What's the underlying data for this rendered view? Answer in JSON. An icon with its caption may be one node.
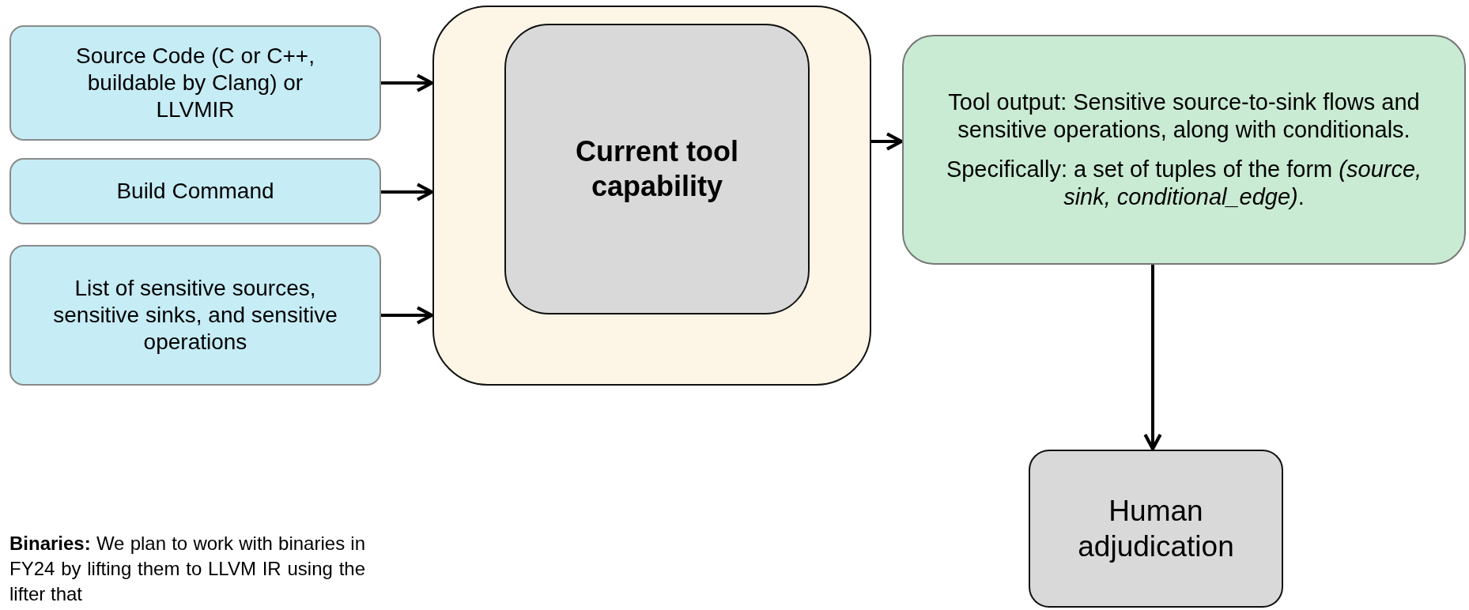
{
  "diagram": {
    "nodes": [
      {
        "text": [
          "Source Code (C or C++, buildable by Clang) or LLVMIR"
        ]
      },
      {
        "text": [
          "Build Command"
        ]
      },
      {
        "text": [
          "List of sensitive sources, sensitive sinks, and sensitive operations"
        ]
      },
      {
        "text": [],
        "shape": "box"
      },
      {
        "text": [
          "Current tool capability"
        ],
        "in": 3
      },
      {
        "text": [
          "Tool output: Sensitive source-to-sink flows and sensitive operations, along with conditionals.",
          "Specifically: a set of tuples of the form *(source, sink, conditional_edge)*."
        ]
      },
      {
        "text": [
          "Human adjudication"
        ]
      }
    ],
    "edges": [
      {
        "from": 0,
        "to": 3,
        "arrow": "to"
      },
      {
        "from": 1,
        "to": 3,
        "arrow": "to"
      },
      {
        "from": 2,
        "to": 3,
        "arrow": "to"
      },
      {
        "from": 4,
        "to": 5,
        "arrow": "to"
      },
      {
        "from": 5,
        "to": 6,
        "arrow": "to"
      }
    ],
    "labels": [
      "**Binaries:** We plan to work with binaries in FY24 by lifting them to LLVM IR using the lifter that"
    ]
  }
}
